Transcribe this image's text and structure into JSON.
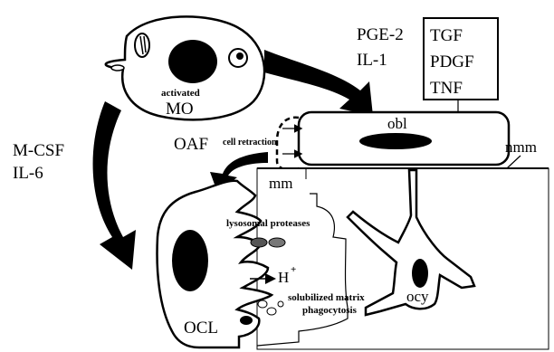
{
  "figure": {
    "macrophage": {
      "state": "activated",
      "name": "MO"
    },
    "factors_to_osteoblast": [
      "PGE-2",
      "IL-1"
    ],
    "boxed_factors": [
      "TGF",
      "PDGF",
      "TNF"
    ],
    "factors_to_osteoclast": [
      "M-CSF",
      "IL-6"
    ],
    "osteoblast_label": "obl",
    "oaf_label": "OAF",
    "cell_retraction_label": "cell retraction",
    "non_mineralized_matrix_label": "nmm",
    "mineralized_matrix_label": "mm",
    "osteoclast_label": "OCL",
    "osteocyte_label": "ocy",
    "lysosomal_label": "lysosomal proteases",
    "proton_label": "H",
    "proton_charge": "+",
    "solubilized_label_line1": "solubilized matrix",
    "solubilized_label_line2": "phagocytosis"
  }
}
